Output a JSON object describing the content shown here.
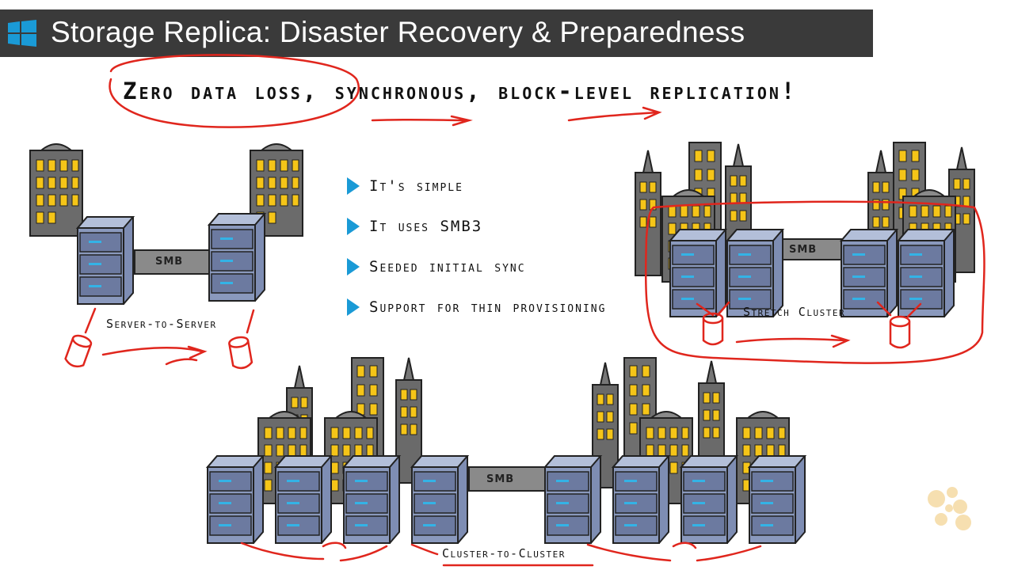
{
  "title": "Storage Replica: Disaster Recovery & Preparedness",
  "headline": "Zero data loss, synchronous, block-level replication!",
  "bullets": [
    {
      "text": "It's simple"
    },
    {
      "text": "It uses SMB3"
    },
    {
      "text": "Seeded initial sync"
    },
    {
      "text": "Support for thin provisioning"
    }
  ],
  "scenarios": {
    "server_to_server": {
      "label": "Server-to-Server",
      "link": "SMB"
    },
    "stretch_cluster": {
      "label": "Stretch Cluster",
      "link": "SMB"
    },
    "cluster_to_cluster": {
      "label": "Cluster-to-Cluster",
      "link": "SMB"
    }
  },
  "colors": {
    "title_bar": "#3a3a3a",
    "windows_logo": "#1a9ad6",
    "bullet": "#1a9ad6",
    "annotation_red": "#e0261d",
    "building": "#6b6b6b",
    "window_lit": "#f5c518",
    "server": "#8a99bd"
  }
}
